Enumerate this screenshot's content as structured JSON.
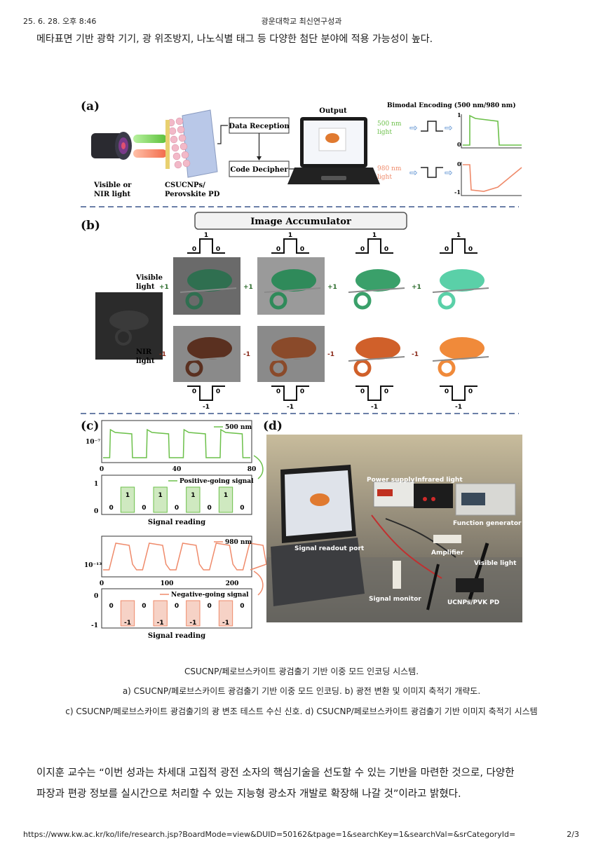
{
  "header": {
    "datetime": "25. 6. 28. 오후 8:46",
    "site_title": "광운대학교 최신연구성과"
  },
  "intro_text": "메타표면 기반 광학 기기, 광 위조방지, 나노식별 태그 등 다양한 첨단 분야에 적용 가능성이 높다.",
  "figure": {
    "panel_a": {
      "label": "(a)",
      "source_label_1": "Visible or",
      "source_label_2": "NIR light",
      "detector_label_1": "CSUCNPs/",
      "detector_label_2": "Perovskite PD",
      "box_data_reception": "Data Reception",
      "box_code_decipher": "Code Decipher",
      "output_label": "Output",
      "encoding_title": "Bimodal Encoding (500 nm/980 nm)",
      "green_light_1": "500 nm",
      "green_light_2": "light",
      "red_light_1": "980 nm",
      "red_light_2": "light",
      "tick_1": "1",
      "tick_0": "0",
      "tick_0b": "0",
      "tick_m1": "-1"
    },
    "panel_b": {
      "label": "(b)",
      "accumulator_title": "Image Accumulator",
      "visible_label_1": "Visible",
      "visible_label_2": "light",
      "nir_label_1": "NIR",
      "nir_label_2": "light",
      "plus_one": "+1",
      "minus_one": "-1",
      "one": "1",
      "zero": "0",
      "neg_one": "-1"
    },
    "panel_c": {
      "label": "(c)",
      "top_legend": "500 nm",
      "top_ytick": "10⁻⁷",
      "top_xticks": [
        "0",
        "40",
        "80"
      ],
      "pos_legend": "Positive-going signal",
      "pos_yticks": [
        "1",
        "0"
      ],
      "pos_bits": [
        "0",
        "1",
        "0",
        "1",
        "0",
        "1",
        "0",
        "1",
        "0"
      ],
      "signal_reading": "Signal reading",
      "bot_legend": "980 nm",
      "bot_ytick": "10⁻¹³",
      "bot_xticks": [
        "0",
        "100",
        "200"
      ],
      "neg_legend": "Negative-going signal",
      "neg_yticks": [
        "0",
        "-1"
      ],
      "neg_bits": [
        "0",
        "-1",
        "0",
        "-1",
        "0",
        "-1",
        "0",
        "-1",
        "0"
      ],
      "signal_reading_2": "Signal reading"
    },
    "panel_d": {
      "label": "(d)",
      "power_supply": "Power supply",
      "infrared_light": "Infrared light",
      "function_generator": "Function generator",
      "signal_readout_port": "Signal readout port",
      "amplifier": "Amplifier",
      "visible_light": "Visible light",
      "signal_monitor": "Signal monitor",
      "ucnps_pd": "UCNPs/PVK PD"
    }
  },
  "captions": {
    "line1": "CSUCNP/페로브스카이트 광검출기 기반 이중 모드 인코딩 시스템.",
    "line2": "a) CSUCNP/페로브스카이트 광검출기 기반 이중 모드 인코딩. b) 광전 변환 및 이미지 축적기 개략도.",
    "line3": "c) CSUCNP/페로브스카이트 광검출기의 광 변조 테스트 수신 신호. d) CSUCNP/페로브스카이트 광검출기 기반 이미지 축적기 시스템"
  },
  "quote": {
    "line1": "이지훈 교수는 “이번 성과는 차세대 고집적 광전 소자의 핵심기술을 선도할 수 있는 기반을 마련한 것으로, 다양한",
    "line2": "파장과 편광 정보를 실시간으로 처리할 수 있는 지능형 광소자 개발로 확장해 나갈 것”이라고 밝혔다."
  },
  "footer": {
    "url": "https://www.kw.ac.kr/ko/life/research.jsp?BoardMode=view&DUID=50162&tpage=1&searchKey=1&searchVal=&srCategoryId=",
    "page": "2/3"
  },
  "colors": {
    "green": "#6cc04a",
    "red": "#ef8a6a",
    "dashed": "#6b7fa8"
  }
}
